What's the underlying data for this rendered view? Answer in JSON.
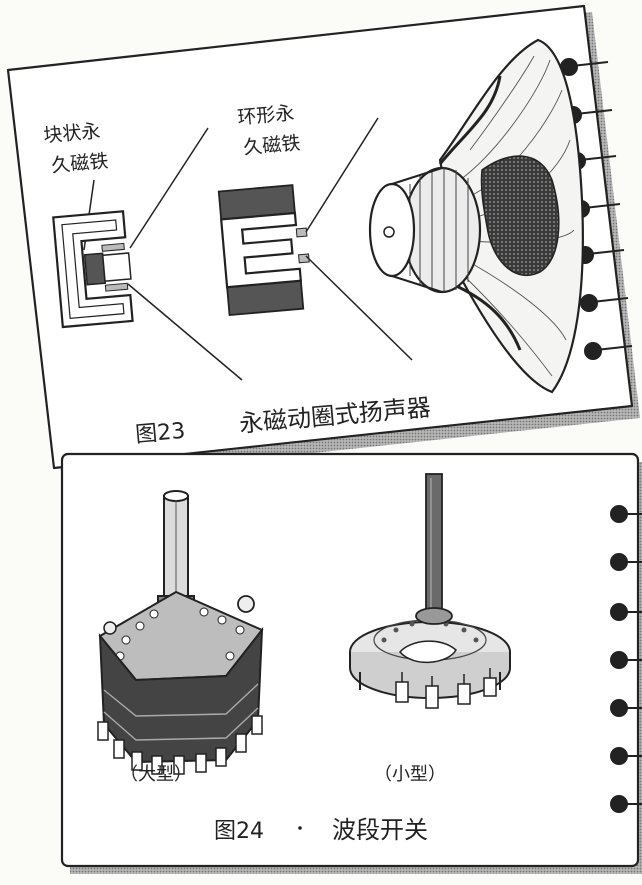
{
  "figure23": {
    "label_block_magnet_line1": "块状永",
    "label_block_magnet_line2": "久磁铁",
    "label_ring_magnet_line1": "环形永",
    "label_ring_magnet_line2": "久磁铁",
    "figure_number": "图23",
    "caption": "永磁动圈式扬声器"
  },
  "figure24": {
    "label_large": "（大型）",
    "label_small": "（小型）",
    "figure_number": "图24",
    "caption": "波段开关"
  },
  "colors": {
    "ink": "#222222",
    "card": "#ffffff",
    "shadow": "#a9a9a9",
    "magnet_dark": "#555555",
    "cone": "#f4f4f2"
  }
}
